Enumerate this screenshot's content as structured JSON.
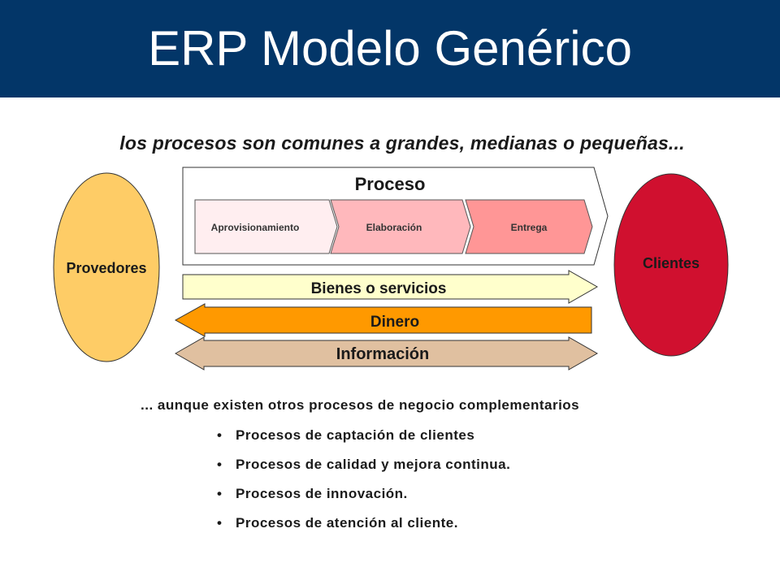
{
  "title": "ERP Modelo Genérico",
  "subtitle": "los procesos son comunes a grandes, medianas o pequeñas...",
  "diagram": {
    "proveedores": "Provedores",
    "clientes": "Clientes",
    "proceso_title": "Proceso",
    "steps": [
      "Aprovisionamiento",
      "Elaboración",
      "Entrega"
    ],
    "flows": {
      "bienes": "Bienes o servicios",
      "dinero": "Dinero",
      "informacion": "Información"
    }
  },
  "complement_text": "... aunque existen otros procesos de negocio complementarios",
  "bullets": [
    "Procesos de captación de clientes",
    "Procesos de calidad y mejora continua.",
    "Procesos de innovación.",
    "Procesos de atención al cliente."
  ],
  "colors": {
    "header": "#033668",
    "proveedores": "#FECC66",
    "clientes": "#D0102F",
    "step1": "#FFEEF0",
    "step2": "#FFB8BC",
    "step3": "#FF9696",
    "bienes": "#FFFFCC",
    "dinero": "#FF9900",
    "informacion": "#E0C0A0"
  }
}
